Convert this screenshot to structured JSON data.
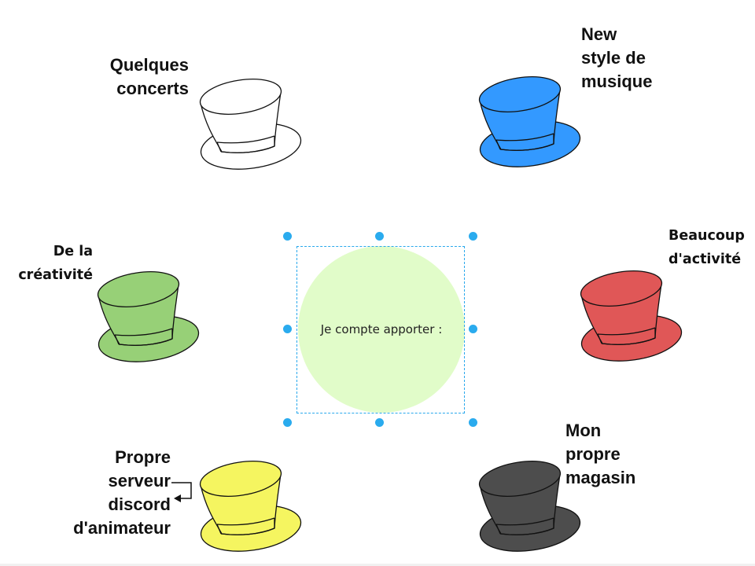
{
  "diagram": {
    "center": {
      "label": "Je compte apporter :",
      "fill_color": "#e1fcc9"
    },
    "hats": [
      {
        "id": "white",
        "color": "#ffffff",
        "label": "Quelques\nconcerts"
      },
      {
        "id": "blue",
        "color": "#3399ff",
        "label": "New\nstyle de\nmusique"
      },
      {
        "id": "green",
        "color": "#97d077",
        "label": "De la\ncréativité"
      },
      {
        "id": "red",
        "color": "#e05757",
        "label": "Beaucoup\nd'activité"
      },
      {
        "id": "yellow",
        "color": "#f5f560",
        "label": "Propre\nserveur\ndiscord\nd'animateur"
      },
      {
        "id": "black",
        "color": "#4d4d4d",
        "label": "Mon\npropre\nmagasin"
      }
    ],
    "selection_color": "#2aabee"
  }
}
